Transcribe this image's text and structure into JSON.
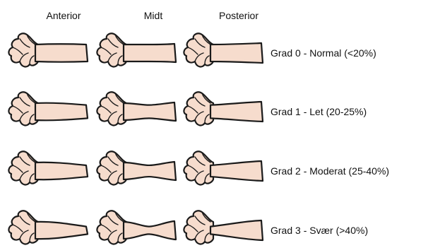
{
  "columns": {
    "anterior": "Anterior",
    "midt": "Midt",
    "posterior": "Posterior"
  },
  "grades": [
    {
      "label": "Grad 0 - Normal (<20%)",
      "anterior_depth": 0.0,
      "middle_depth": 0.0,
      "posterior_depth": 0.0
    },
    {
      "label": "Grad 1 - Let (20-25%)",
      "anterior_depth": 0.22,
      "middle_depth": 0.22,
      "posterior_depth": 0.22
    },
    {
      "label": "Grad 2 - Moderat (25-40%)",
      "anterior_depth": 0.33,
      "middle_depth": 0.33,
      "posterior_depth": 0.33
    },
    {
      "label": "Grad 3 - Svær (>40%)",
      "anterior_depth": 0.55,
      "middle_depth": 0.55,
      "posterior_depth": 0.55
    }
  ],
  "colors": {
    "bone_fill": "#f6dccd",
    "bone_stroke": "#1a1a1a",
    "background": "#ffffff"
  }
}
